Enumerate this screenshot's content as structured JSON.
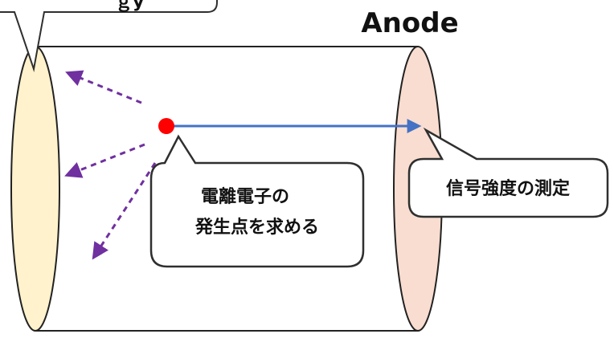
{
  "diagram": {
    "top_callout_fragment": "ｇy",
    "anode_label": "Anode",
    "center_callout": {
      "line1": "電離電子の",
      "line2": "発生点を求める"
    },
    "right_callout": "信号強度の測定",
    "colors": {
      "cathode_fill": "#FFF2CC",
      "anode_fill": "#F8DDD0",
      "ellipse_stroke": "#222222",
      "dashed_arrows": "#7030A0",
      "solid_arrow": "#4472C4",
      "point": "#FF0000",
      "callout_stroke": "#2F2F2F",
      "text": "#111111"
    }
  }
}
